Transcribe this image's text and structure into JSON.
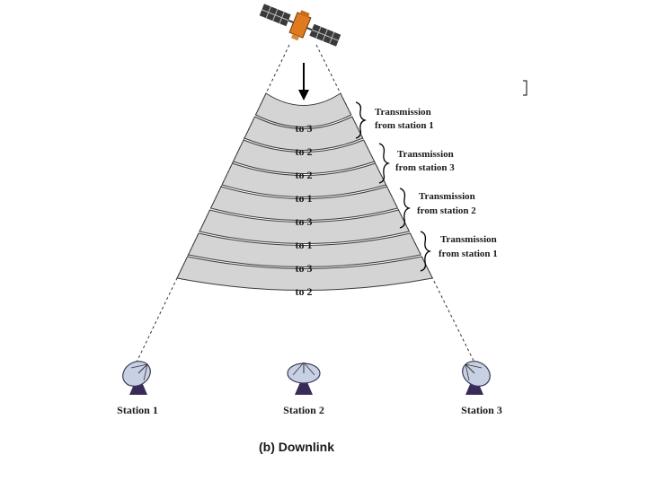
{
  "diagram": {
    "caption": "(b) Downlink",
    "bands": [
      "to 3",
      "to 2",
      "to 2",
      "to 1",
      "to 3",
      "to 1",
      "to 3",
      "to 2"
    ],
    "transmissions": [
      {
        "line1": "Transmission",
        "line2": "from station 1"
      },
      {
        "line1": "Transmission",
        "line2": "from station 3"
      },
      {
        "line1": "Transmission",
        "line2": "from station 2"
      },
      {
        "line1": "Transmission",
        "line2": "from station 1"
      }
    ],
    "stations": [
      "Station 1",
      "Station 2",
      "Station 3"
    ],
    "colors": {
      "band_fill": "#d4d4d4",
      "band_stroke": "#3a3a3a",
      "satellite_body": "#e07a1f",
      "dish_fill": "#c8d0e4",
      "dish_base": "#3a2a58"
    }
  }
}
